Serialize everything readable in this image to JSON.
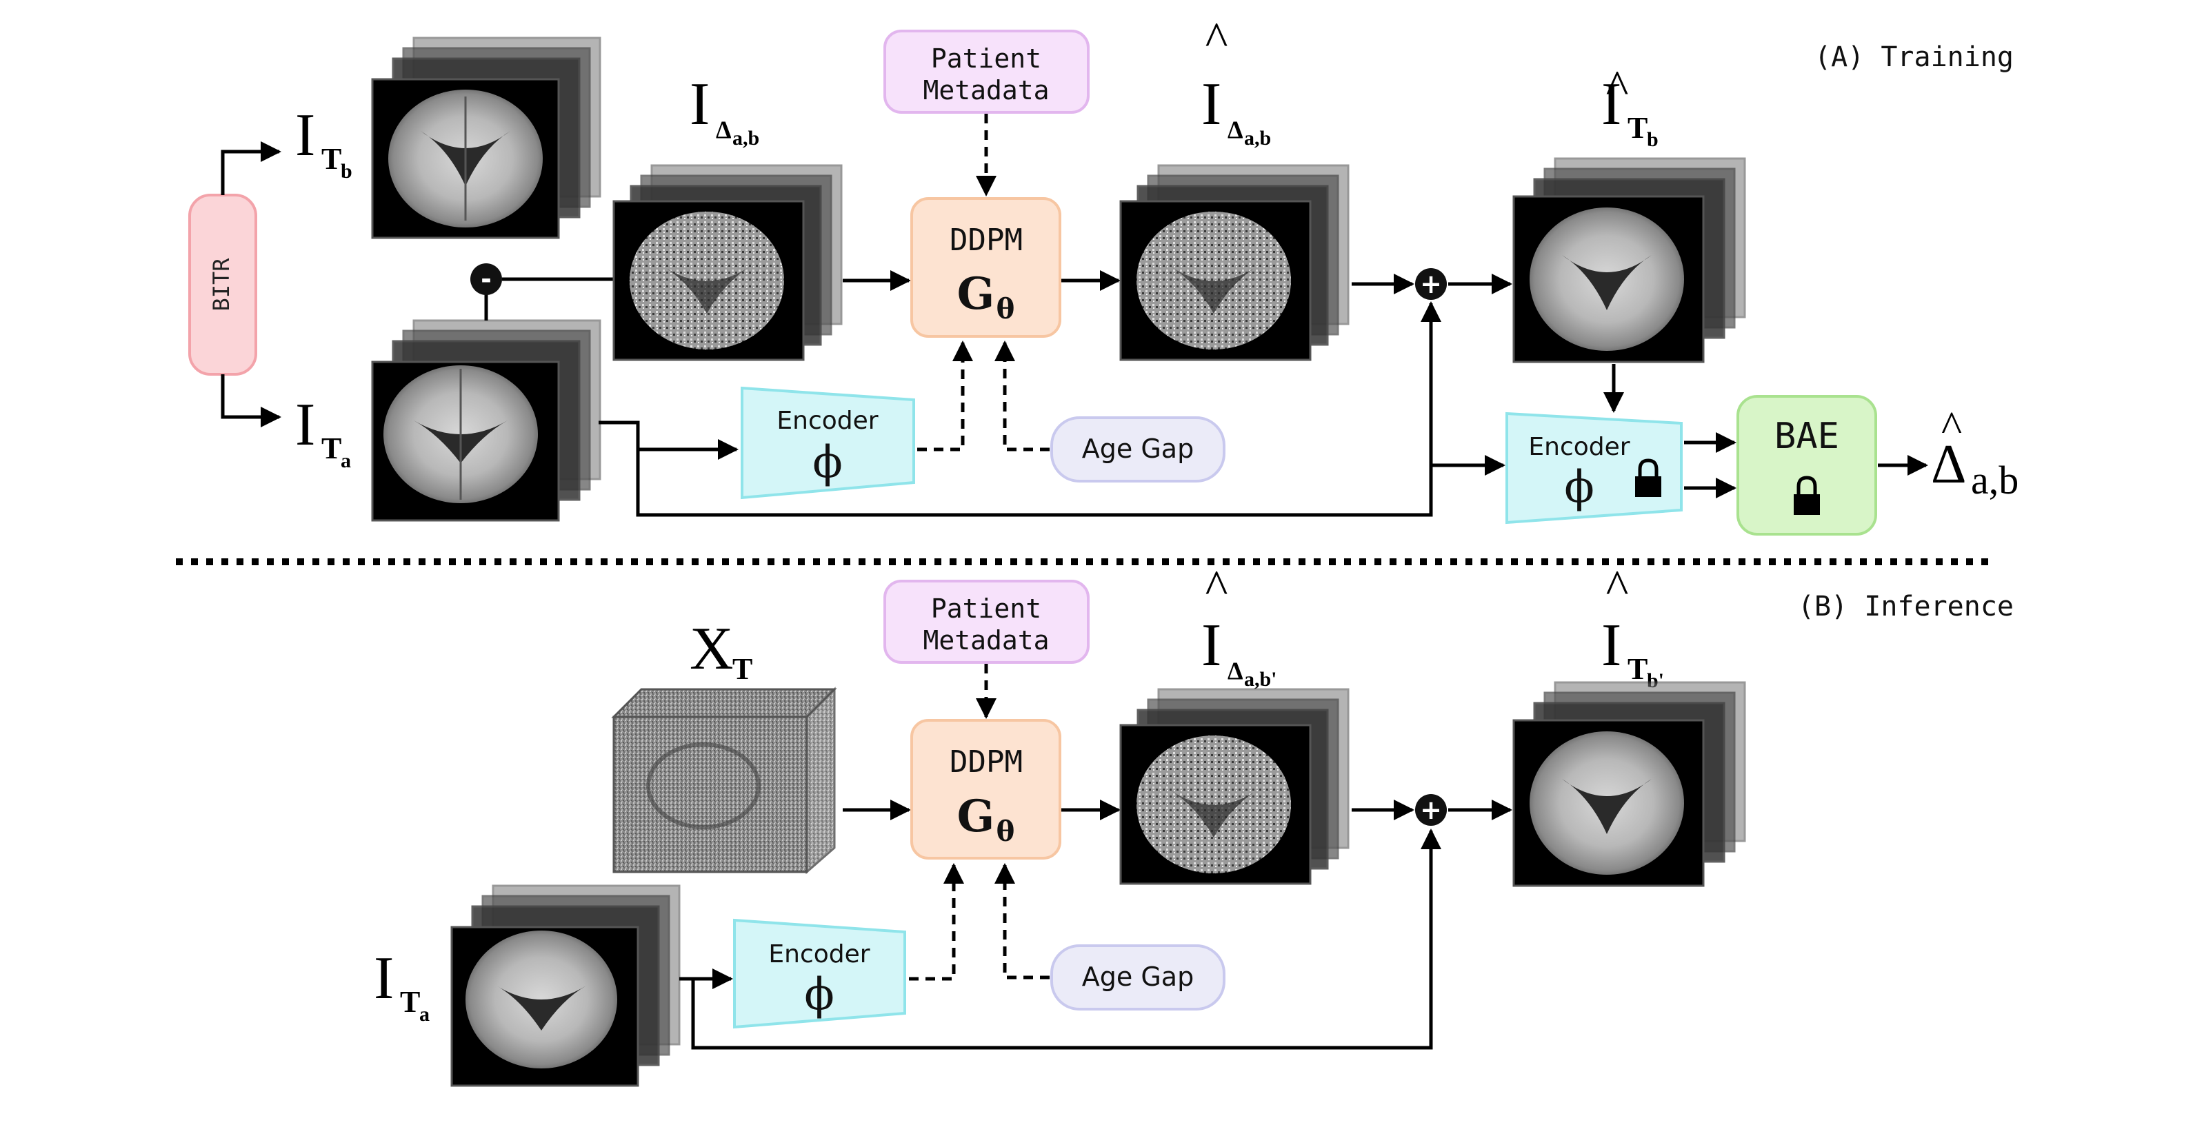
{
  "sections": {
    "training": "(A) Training",
    "inference": "(B) Inference"
  },
  "bitr_label": "BITR",
  "boxes": {
    "patient_metadata_line1": "Patient",
    "patient_metadata_line2": "Metadata",
    "ddpm_label": "DDPM",
    "ddpm_symbol": "G",
    "ddpm_subscript": "θ",
    "encoder_label": "Encoder",
    "encoder_symbol": "ϕ",
    "age_gap": "Age Gap",
    "bae_label": "BAE"
  },
  "operators": {
    "subtract": "-",
    "add": "+"
  },
  "math_labels": {
    "I": "I",
    "X": "X",
    "T": "T",
    "Delta": "Δ",
    "Tb_sub": "b",
    "Ta_sub": "a",
    "ab_sub": "a,b",
    "abprime_sub": "a,b'",
    "bprime_sub": "b'",
    "hat": "^",
    "out_sub": "a,b"
  },
  "colors": {
    "bitr_fill": "#fbd5d8",
    "bitr_stroke": "#f3a3aa",
    "metadata_fill": "#f7e2fb",
    "metadata_stroke": "#e2b6ee",
    "ddpm_fill": "#fde3d1",
    "ddpm_stroke": "#f7c6a2",
    "encoder_fill": "#d4f6f8",
    "encoder_stroke": "#8fe4ea",
    "agegap_fill": "#ebebf8",
    "agegap_stroke": "#c9c9ee",
    "bae_fill": "#d8f5c8",
    "bae_stroke": "#a9e28f"
  }
}
